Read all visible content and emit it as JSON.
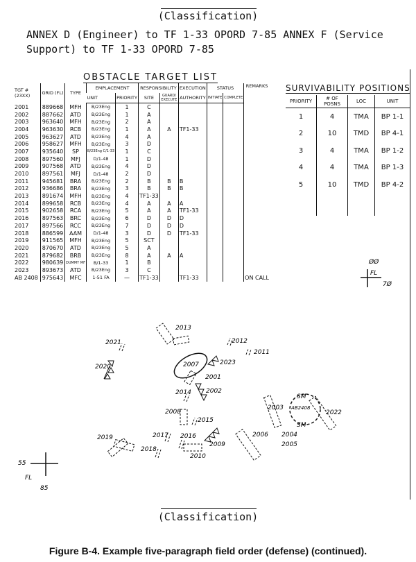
{
  "classification": "(Classification)",
  "annex_title": "ANNEX D (Engineer) to TF 1-33 OPORD 7-85 ANNEX F (Service Support) to TF 1-33 OPORD 7-85",
  "obstacle": {
    "title": "OBSTACLE TARGET LIST",
    "headers": {
      "tgt": "TGT # (23XX)",
      "grid": "GRID (FL)",
      "type": "TYPE",
      "emplacement": "EMPLACEMENT",
      "unit": "UNIT",
      "priority": "PRIORITY",
      "responsibility": "RESPONSIBILITY",
      "site": "SITE",
      "guard": "GUARD/ EXECUTE",
      "execution": "EXECUTION",
      "authority": "AUTHORITY",
      "status": "STATUS",
      "initiate": "INITIATE",
      "complete": "COMPLETE",
      "remarks": "REMARKS"
    },
    "rows": [
      [
        "2001",
        "889668",
        "MFH",
        "B/23Eng",
        "1",
        "C",
        "",
        "",
        "",
        "",
        ""
      ],
      [
        "2002",
        "887662",
        "ATD",
        "B/23Eng",
        "1",
        "A",
        "",
        "",
        "",
        "",
        ""
      ],
      [
        "2003",
        "963640",
        "MFH",
        "B/23Eng",
        "2",
        "A",
        "",
        "",
        "",
        "",
        ""
      ],
      [
        "2004",
        "963630",
        "RCB",
        "B/23Eng",
        "1",
        "A",
        "A",
        "TF1-33",
        "",
        "",
        ""
      ],
      [
        "2005",
        "963627",
        "ATD",
        "B/23Eng",
        "4",
        "A",
        "",
        "",
        "",
        "",
        ""
      ],
      [
        "2006",
        "958627",
        "MFH",
        "B/23Eng",
        "3",
        "D",
        "",
        "",
        "",
        "",
        ""
      ],
      [
        "2007",
        "935640",
        "SP",
        "B/23Eng C/1-33",
        "1",
        "C",
        "",
        "",
        "",
        "",
        ""
      ],
      [
        "2008",
        "897560",
        "MFJ",
        "D/1-48",
        "1",
        "D",
        "",
        "",
        "",
        "",
        ""
      ],
      [
        "2009",
        "907568",
        "ATD",
        "B/23Eng",
        "4",
        "D",
        "",
        "",
        "",
        "",
        ""
      ],
      [
        "2010",
        "897561",
        "MFJ",
        "D/1-48",
        "2",
        "D",
        "",
        "",
        "",
        "",
        ""
      ],
      [
        "2011",
        "945681",
        "BRA",
        "B/23Eng",
        "2",
        "B",
        "B",
        "B",
        "",
        "",
        ""
      ],
      [
        "2012",
        "936686",
        "BRA",
        "B/23Eng",
        "3",
        "B",
        "B",
        "B",
        "",
        "",
        ""
      ],
      [
        "2013",
        "891674",
        "MFH",
        "B/23Eng",
        "4",
        "TF1-33",
        "",
        "",
        "",
        "",
        ""
      ],
      [
        "2014",
        "899658",
        "RCB",
        "B/23Eng",
        "4",
        "A",
        "A",
        "A",
        "",
        "",
        ""
      ],
      [
        "2015",
        "902658",
        "RCA",
        "B/23Eng",
        "5",
        "A",
        "A",
        "TF1-33",
        "",
        "",
        ""
      ],
      [
        "2016",
        "897563",
        "BRC",
        "B/23Eng",
        "6",
        "D",
        "D",
        "D",
        "",
        "",
        ""
      ],
      [
        "2017",
        "897566",
        "RCC",
        "B/23Eng",
        "7",
        "D",
        "D",
        "D",
        "",
        "",
        ""
      ],
      [
        "2018",
        "886599",
        "AAM",
        "D/1-48",
        "3",
        "D",
        "D",
        "TF1-33",
        "",
        "",
        ""
      ],
      [
        "2019",
        "911565",
        "MFH",
        "B/23Eng",
        "5",
        "SCT",
        "",
        "",
        "",
        "",
        ""
      ],
      [
        "2020",
        "870670",
        "ATD",
        "B/23Eng",
        "5",
        "A",
        "",
        "",
        "",
        "",
        ""
      ],
      [
        "2021",
        "879682",
        "BRB",
        "B/23Eng",
        "8",
        "A",
        "A",
        "A",
        "",
        "",
        ""
      ],
      [
        "2022",
        "980639",
        "DUMMY MF",
        "B/1-33",
        "1",
        "B",
        "",
        "",
        "",
        "",
        ""
      ],
      [
        "2023",
        "893673",
        "ATD",
        "B/23Eng",
        "3",
        "C",
        "",
        "",
        "",
        "",
        ""
      ],
      [
        "AB 2408",
        "975643",
        "MFC",
        "1-51 FA",
        "—",
        "TF1-33",
        "",
        "TF1-33",
        "",
        "",
        "ON CALL"
      ]
    ]
  },
  "survivability": {
    "title": "SURVIVABILITY POSITIONS",
    "headers": [
      "PRIORITY",
      "# OF POSNS",
      "LOC",
      "UNIT"
    ],
    "rows": [
      [
        "1",
        "4",
        "TMA",
        "BP 1-1"
      ],
      [
        "2",
        "10",
        "TMD",
        "BP 4-1"
      ],
      [
        "3",
        "4",
        "TMA",
        "BP 1-2"
      ],
      [
        "4",
        "4",
        "TMA",
        "BP 1-3"
      ],
      [
        "5",
        "10",
        "TMD",
        "BP 4-2"
      ]
    ]
  },
  "map": {
    "labels": [
      "2013",
      "2021",
      "2012",
      "2011",
      "2007",
      "2023",
      "2001",
      "2020",
      "2014",
      "2002",
      "2008",
      "2015",
      "2019",
      "2017",
      "2016",
      "2009",
      "2018",
      "2010",
      "SM",
      "AB2408",
      "SM",
      "2022",
      "2003",
      "2004",
      "2006",
      "2005"
    ],
    "grid_ref_1": {
      "top": "ØØ",
      "fl": "FL",
      "right": "7Ø"
    },
    "grid_ref_2": {
      "left": "55",
      "fl": "FL",
      "bottom": "85"
    }
  },
  "caption": "Figure B-4.   Example five-paragraph field order (defense) (continued)."
}
